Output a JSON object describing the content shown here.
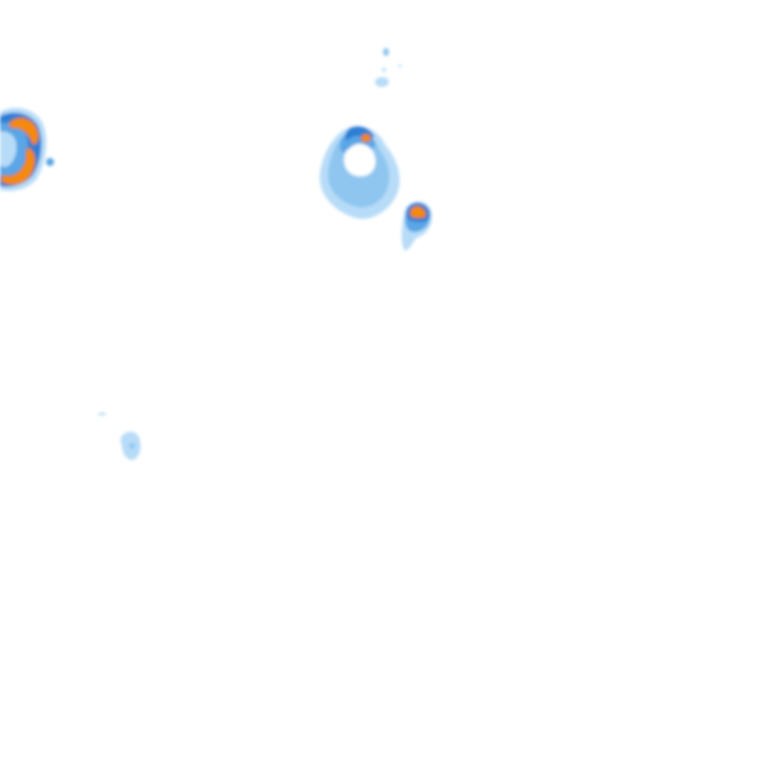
{
  "map": {
    "type": "precipitation-radar-tile",
    "background": "#ffffff",
    "intensity_colors": {
      "light": "#b7dcf8",
      "light_medium": "#8ec6f0",
      "medium": "#5aa6e6",
      "heavy": "#2a7fd4",
      "very_heavy": "#1560bd",
      "extreme": "#f58a0b",
      "extreme_outline": "#a05a00"
    },
    "cells": [
      {
        "id": "cell-west-edge",
        "max_intensity": "extreme"
      },
      {
        "id": "cell-central",
        "max_intensity": "extreme"
      },
      {
        "id": "cell-central-east",
        "max_intensity": "extreme"
      },
      {
        "id": "cell-north-small",
        "max_intensity": "light_medium"
      },
      {
        "id": "cell-southwest-small",
        "max_intensity": "medium"
      }
    ]
  }
}
